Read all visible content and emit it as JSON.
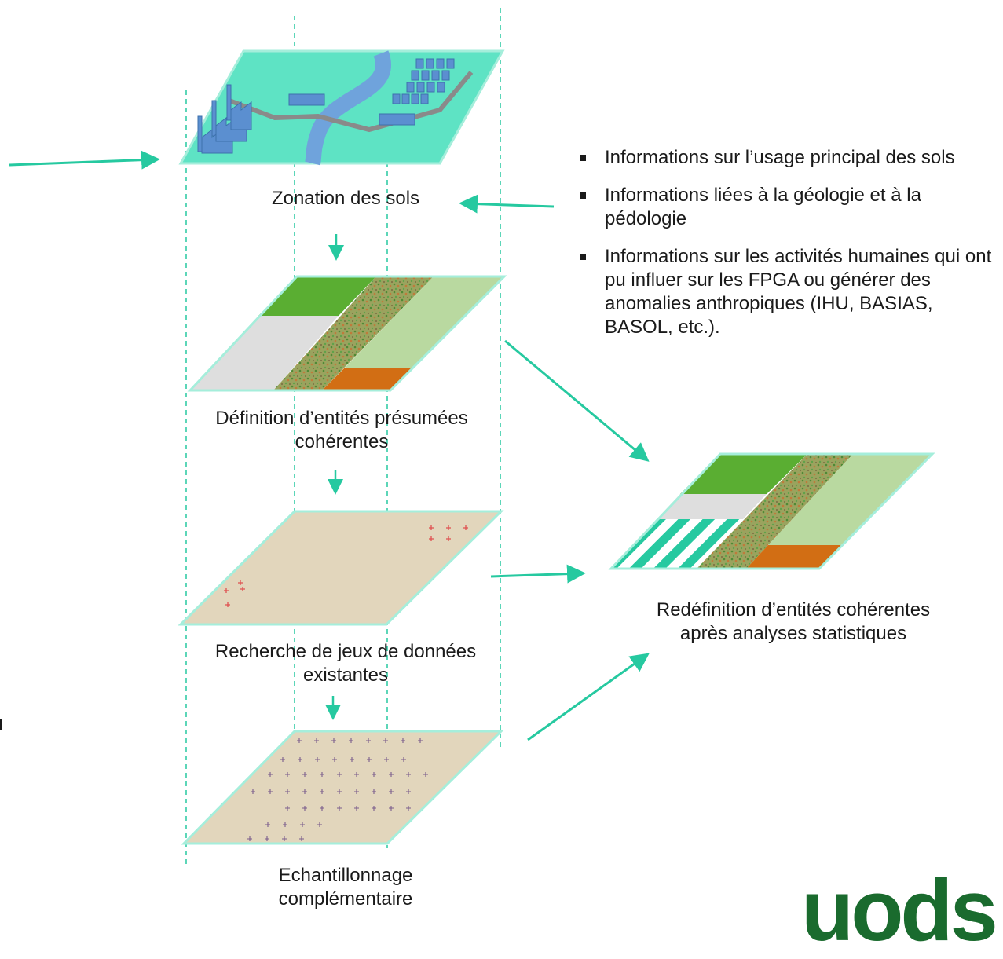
{
  "labels": {
    "zonation": "Zonation des sols",
    "definition": "Définition d’entités présumées cohérentes",
    "recherche": "Recherche de jeux de données existantes",
    "echantillonnage": "Echantillonnage complémentaire",
    "redefinition": "Redéfinition d’entités cohérentes après analyses statistiques"
  },
  "info_items": [
    "Informations sur l’usage principal des sols",
    "Informations liées à la géologie et à la pédologie",
    "Informations sur les activités humaines qui ont pu influer sur les FPGA  ou générer des anomalies anthropiques (IHU, BASIAS, BASOL, etc.)."
  ],
  "logo": "uods",
  "colors": {
    "accent": "#26c9a0",
    "plane_teal": "#5ee3c4",
    "sand": "#e2d6bc",
    "dark_green": "#5aae32",
    "light_green": "#b9d9a0",
    "gray": "#dedede",
    "orange": "#d26e14",
    "river": "#6fa3dc",
    "road": "#8a8a8a",
    "building": "#5b8fd0",
    "red_cross": "#e05050",
    "purple_cross": "#7a5c8c"
  }
}
